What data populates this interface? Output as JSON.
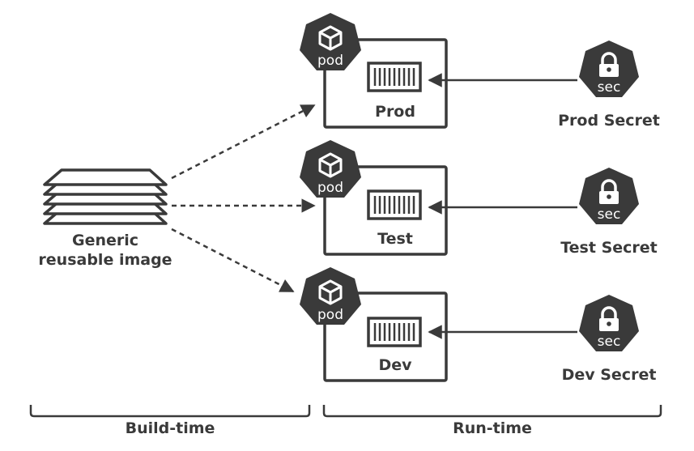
{
  "image": {
    "label_line1": "Generic",
    "label_line2": "reusable image"
  },
  "environments": [
    {
      "name": "Prod",
      "pod_badge": "pod",
      "secret_badge": "sec",
      "secret_label": "Prod Secret"
    },
    {
      "name": "Test",
      "pod_badge": "pod",
      "secret_badge": "sec",
      "secret_label": "Test Secret"
    },
    {
      "name": "Dev",
      "pod_badge": "pod",
      "secret_badge": "sec",
      "secret_label": "Dev Secret"
    }
  ],
  "phases": {
    "build": "Build-time",
    "run": "Run-time"
  },
  "colors": {
    "ink": "#3a3a3a",
    "background": "#ffffff"
  }
}
